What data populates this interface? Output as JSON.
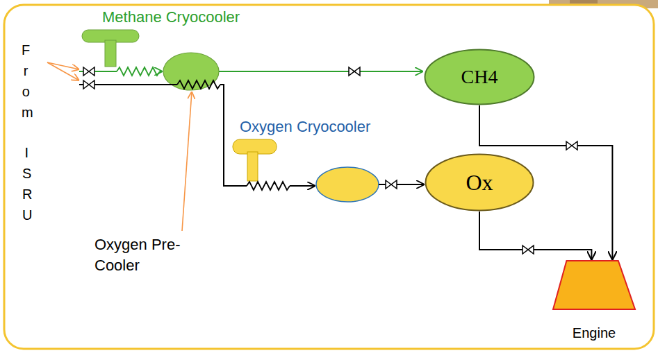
{
  "diagram": {
    "nodes": [
      {
        "text": [
          "CH4"
        ]
      },
      {
        "text": [
          "Ox"
        ]
      },
      {
        "text": [
          "Engine"
        ]
      }
    ],
    "edges": [
      {
        "from": 0,
        "to": 2,
        "arrow": "to"
      },
      {
        "from": 1,
        "to": 2,
        "arrow": "to"
      }
    ],
    "labels": [
      "From",
      "ISRU",
      "Methane Cryocooler",
      "Oxygen Cryocooler",
      "Oxygen Pre-Cooler"
    ]
  }
}
